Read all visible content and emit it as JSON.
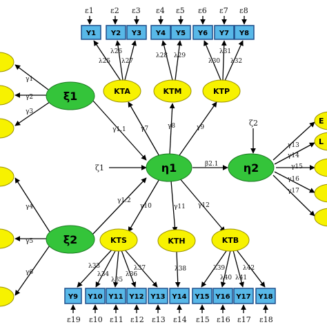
{
  "y_boxes_top": [
    "Y1",
    "Y2",
    "Y3",
    "Y4",
    "Y5",
    "Y6",
    "Y7",
    "Y8"
  ],
  "eps_top": [
    "ε1",
    "ε2",
    "ε3",
    "ε4",
    "ε5",
    "ε6",
    "ε7",
    "ε8"
  ],
  "y_boxes_bottom": [
    "Y9",
    "Y10",
    "Y11",
    "Y12",
    "Y13",
    "Y14",
    "Y15",
    "Y16",
    "Y17",
    "Y18"
  ],
  "eps_bottom": [
    "ε19",
    "ε10",
    "ε11",
    "ε12",
    "ε13",
    "ε14",
    "ε15",
    "ε16",
    "ε17",
    "ε18"
  ],
  "latent": {
    "xi1": "ξ1",
    "xi2": "ξ2",
    "eta1": "η1",
    "eta2": "η2",
    "zeta1": "ζ1",
    "zeta2": "ζ2"
  },
  "yellow_nodes": {
    "kta": "KTA",
    "ktm": "KTM",
    "ktp": "KTP",
    "kts": "KTS",
    "kth": "KTH",
    "ktb": "KTB"
  },
  "right_partial_labels": [
    "E",
    "L"
  ],
  "coefficients": {
    "l25": "λ25",
    "l26": "λ26",
    "l27": "λ27",
    "l28": "λ28",
    "l29": "λ29",
    "l30": "λ30",
    "l31": "λ31",
    "l32": "λ32",
    "g1": "γ1",
    "g2": "γ2",
    "g3": "γ3",
    "g4": "γ4",
    "g5": "γ5",
    "g6": "γ6",
    "g7": "γ7",
    "g8": "γ8",
    "g9": "γ9",
    "g10": "γ10",
    "g11": "γ11",
    "g12": "γ12",
    "g11b": "γ1.1",
    "g12b": "γ1.2",
    "b21": "β2.1",
    "g13": "γ13",
    "g14": "γ14",
    "g15": "γ15",
    "g16": "γ16",
    "g17": "γ17",
    "l33": "λ33",
    "l34": "λ34",
    "l35": "λ35",
    "l36": "λ36",
    "l37": "λ37",
    "l38": "λ38",
    "l39": "λ39",
    "l40": "λ40",
    "l41": "λ41",
    "l42": "λ42"
  },
  "colors": {
    "green": "#34c43a",
    "yellow": "#f7f200",
    "box_fill": "#58b8e8",
    "box_border": "#1f4e8a"
  }
}
